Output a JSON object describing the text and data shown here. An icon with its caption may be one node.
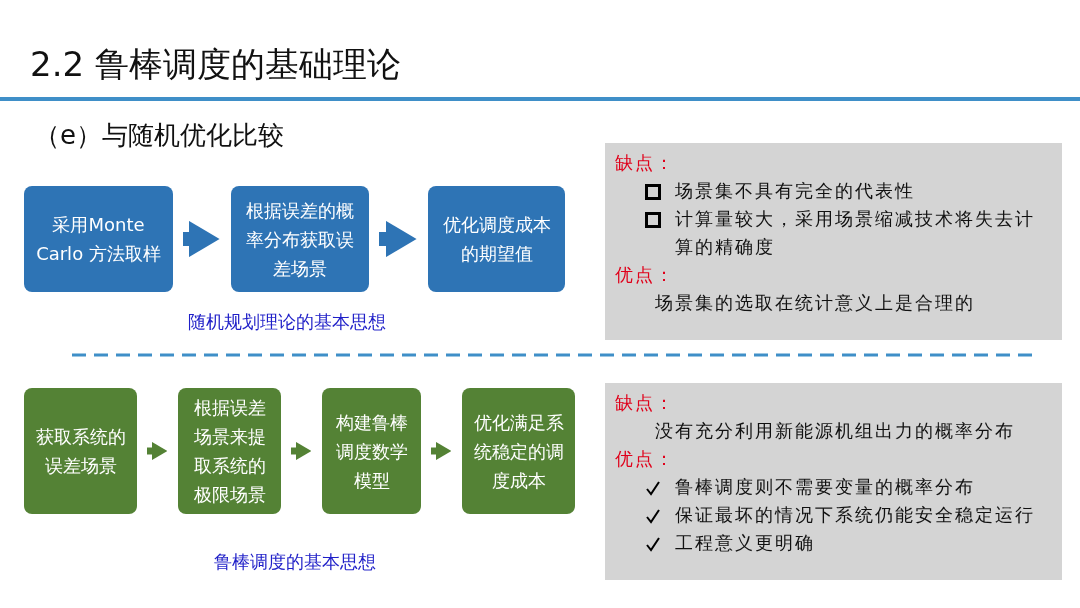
{
  "diagram": {
    "title": "2.2 鲁棒调度的基础理论",
    "nodes": [
      {
        "text": [
          "采用Monte Carlo 方法取样"
        ]
      },
      {
        "text": [
          "根据误差的概率分布获取误差场景"
        ]
      },
      {
        "text": [
          "优化调度成本的期望值"
        ]
      },
      {
        "text": [
          "获取系统的误差场景"
        ]
      },
      {
        "text": [
          "根据误差场景来提取系统的极限场景"
        ]
      },
      {
        "text": [
          "构建鲁棒调度数学模型"
        ]
      },
      {
        "text": [
          "优化满足系统稳定的调度成本"
        ]
      },
      {
        "text": [
          "缺点：",
          "场景集不具有完全的代表性",
          "计算量较大，采用场景缩减技术将失去计算的精确度",
          "优点：",
          "场景集的选取在统计意义上是合理的"
        ]
      },
      {
        "text": [
          "缺点：",
          "没有充分利用新能源机组出力的概率分布",
          "优点：",
          "鲁棒调度则不需要变量的概率分布",
          "保证最坏的情况下系统仍能安全稳定运行",
          "工程意义更明确"
        ]
      }
    ],
    "edges": [
      {
        "from": 0,
        "to": 1,
        "arrow": "to",
        "style": "thick",
        "color": "#2e74b5"
      },
      {
        "from": 1,
        "to": 2,
        "arrow": "to",
        "style": "thick",
        "color": "#2e74b5"
      },
      {
        "from": 3,
        "to": 4,
        "arrow": "to"
      },
      {
        "from": 4,
        "to": 5,
        "arrow": "to"
      },
      {
        "from": 5,
        "to": 6,
        "arrow": "to"
      }
    ],
    "labels": [
      "（e）与随机优化比较",
      "随机规划理论的基本思想",
      "鲁棒调度的基本思想"
    ]
  }
}
